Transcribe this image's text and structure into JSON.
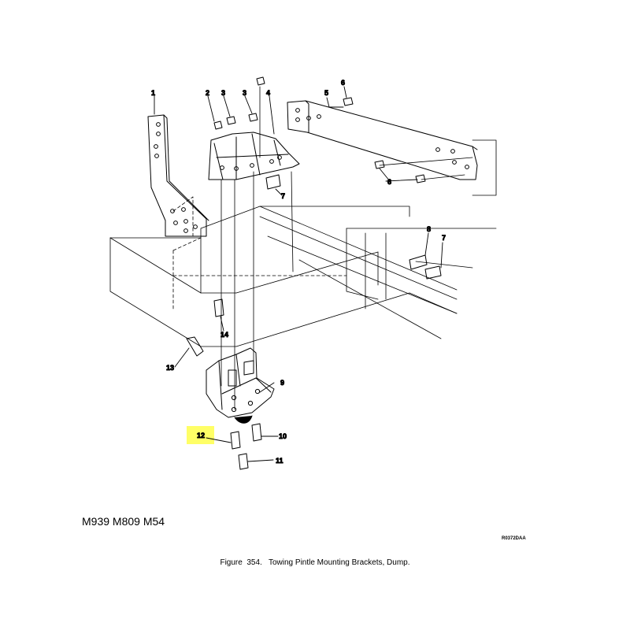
{
  "callouts": {
    "c1": "1",
    "c2": "2",
    "c3a": "3",
    "c3b": "3",
    "c4": "4",
    "c5": "5",
    "c6a": "6",
    "c6b": "6",
    "c7a": "7",
    "c7b": "7",
    "c8": "8",
    "c9": "9",
    "c10": "10",
    "c11": "11",
    "c12": "12",
    "c13": "13",
    "c14": "14"
  },
  "highlight": {
    "callout": "12",
    "color": "#ffff66"
  },
  "vehicle_models": "M939 M809 M54",
  "drawing_code": "R0372DAA",
  "figure_caption": "Figure  354.   Towing Pintle Mounting Brackets, Dump."
}
